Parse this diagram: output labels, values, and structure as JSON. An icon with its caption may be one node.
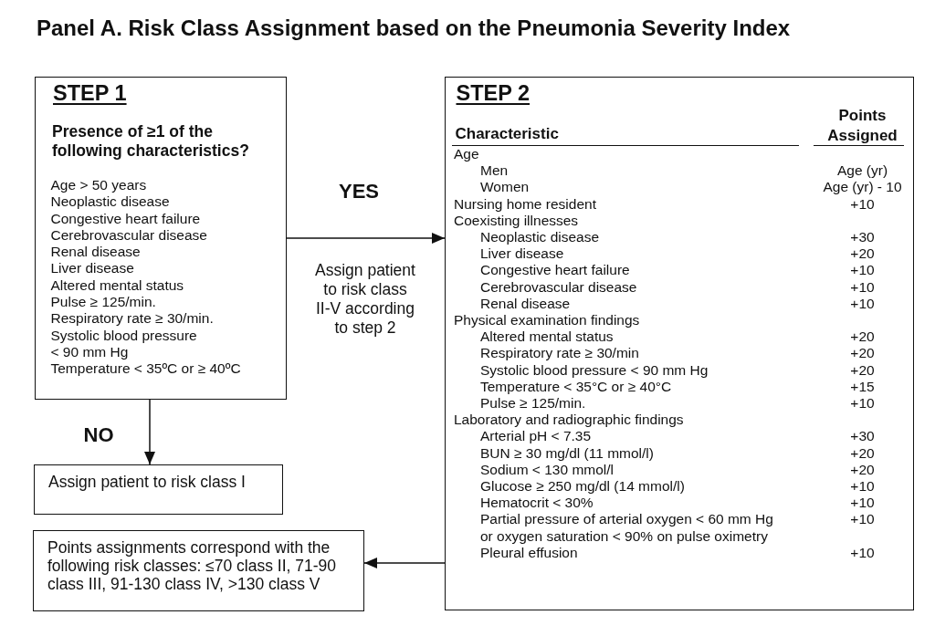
{
  "diagram": {
    "title": "Panel A. Risk Class Assignment based on the Pneumonia Severity Index",
    "nodes": [
      {
        "text": [
          "STEP 1",
          "Presence of ≥1 of the following characteristics?",
          "Age > 50 years",
          "Neoplastic disease",
          "Congestive heart failure",
          "Cerebrovascular disease",
          "Renal disease",
          "Liver disease",
          "Altered mental status",
          "Pulse ≥ 125/min.",
          "Respiratory rate ≥ 30/min.",
          "Systolic blood pressure",
          "< 90 mm Hg",
          "Temperature < 35ºC or ≥ 40ºC"
        ]
      },
      {
        "text": [
          "STEP 2",
          "Characteristic",
          "Points Assigned",
          "Age",
          "Men",
          "Age (yr)",
          "Women",
          "Age (yr) - 10",
          "Nursing home resident",
          "+10",
          "Coexisting illnesses",
          "Neoplastic disease",
          "+30",
          "Liver disease",
          "+20",
          "Congestive heart failure",
          "+10",
          "Cerebrovascular disease",
          "+10",
          "Renal disease",
          "+10",
          "Physical examination findings",
          "Altered mental status",
          "+20",
          "Respiratory rate ≥ 30/min",
          "+20",
          "Systolic blood pressure < 90 mm Hg",
          "+20",
          "Temperature < 35°C or ≥ 40°C",
          "+15",
          "Pulse ≥ 125/min.",
          "+10",
          "Laboratory and radiographic findings",
          "Arterial pH < 7.35",
          "+30",
          "BUN ≥ 30 mg/dl (11 mmol/l)",
          "+20",
          "Sodium < 130 mmol/l",
          "+20",
          "Glucose ≥ 250 mg/dl (14 mmol/l)",
          "+10",
          "Hematocrit < 30%",
          "+10",
          "Partial pressure of arterial oxygen < 60 mm Hg or oxygen saturation < 90% on pulse oximetry",
          "+10",
          "Pleural effusion",
          "+10"
        ]
      },
      {
        "text": [
          "Assign patient to risk class I"
        ]
      },
      {
        "text": [
          "Points assignments correspond with the following risk classes: ≤70 class II, 71-90 class III, 91-130 class IV, >130 class V"
        ]
      }
    ],
    "edges": [
      {
        "from": 0,
        "to": 1,
        "arrow": "to",
        "label": "YES"
      },
      {
        "from": 0,
        "to": 2,
        "arrow": "to",
        "label": "NO"
      },
      {
        "from": 1,
        "to": 3,
        "arrow": "to"
      }
    ],
    "labels": [
      "Assign patient to risk class II-V according to step 2"
    ]
  }
}
